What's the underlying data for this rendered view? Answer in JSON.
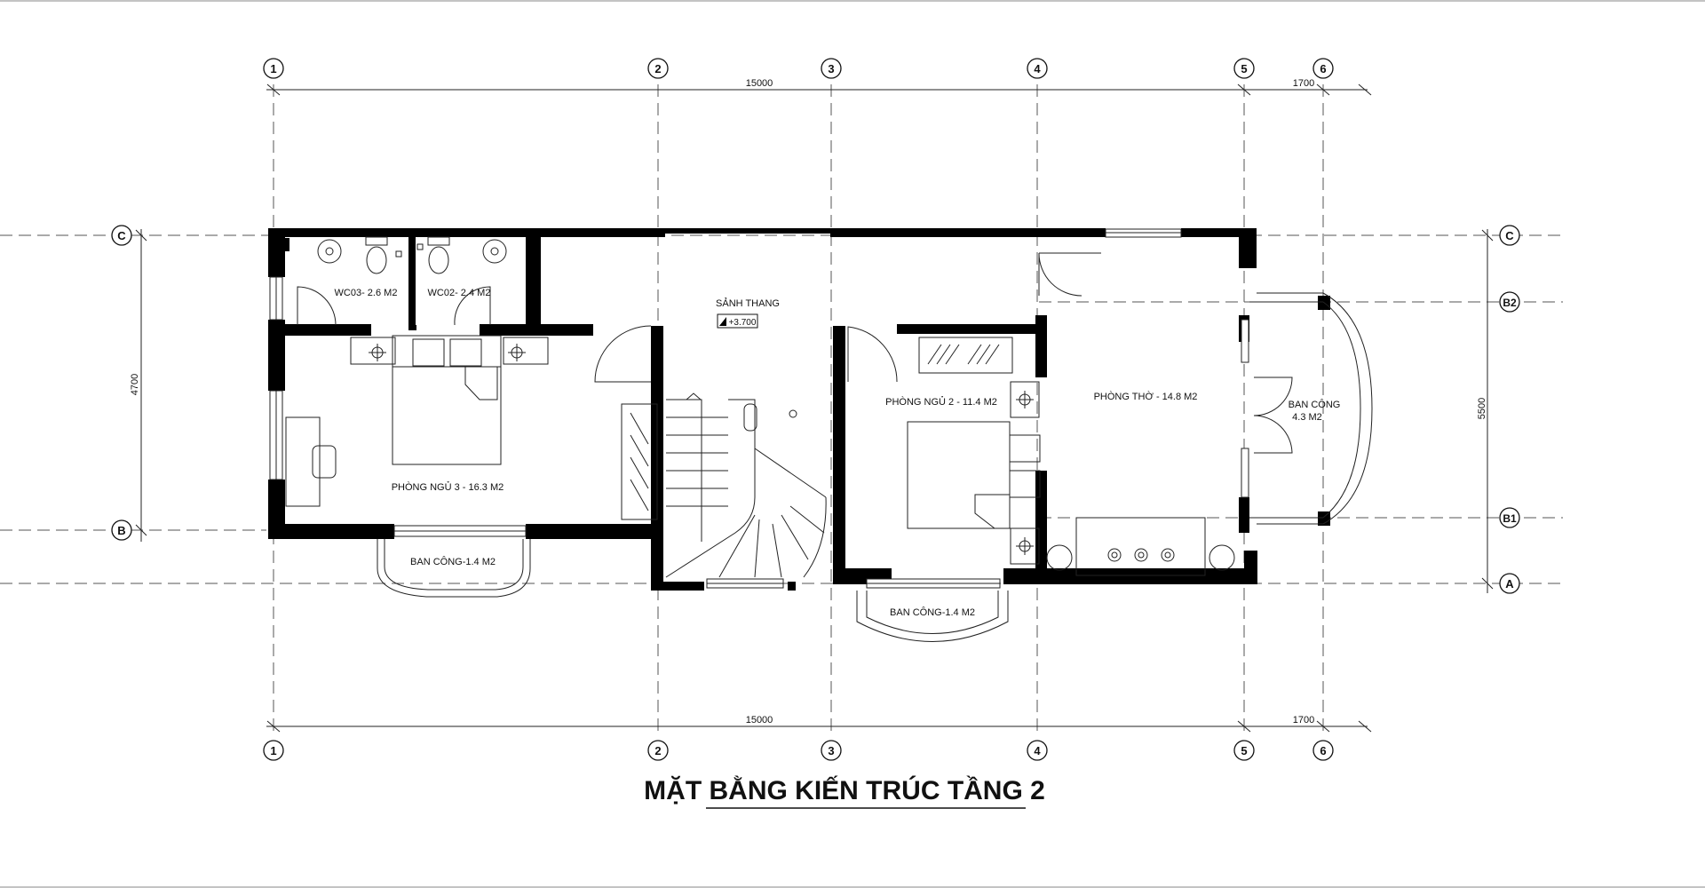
{
  "title": "MẶT BẰNG KIẾN TRÚC TẦNG 2",
  "grid_axes": {
    "vertical": [
      "1",
      "2",
      "3",
      "4",
      "5",
      "6"
    ],
    "horizontal": [
      "C",
      "B2",
      "B1",
      "B",
      "A"
    ]
  },
  "dimensions": {
    "top_main": "15000",
    "top_side": "1700",
    "bottom_main": "15000",
    "bottom_side": "1700",
    "left_height": "4700",
    "right_height": "5500"
  },
  "rooms": {
    "wc03": "WC03- 2.6 M2",
    "wc02": "WC02- 2.4 M2",
    "stair_hall": "SẢNH THANG",
    "stair_level": "+3.700",
    "bedroom3": "PHÒNG NGỦ 3 - 16.3 M2",
    "bedroom2": "PHÒNG NGỦ 2 - 11.4 M2",
    "worship": "PHÒNG THỜ - 14.8 M2",
    "balcony_right_1": "BAN CÔNG",
    "balcony_right_2": "4.3 M2",
    "balcony_left": "BAN CÔNG-1.4 M2",
    "balcony_mid": "BAN CÔNG-1.4 M2"
  }
}
